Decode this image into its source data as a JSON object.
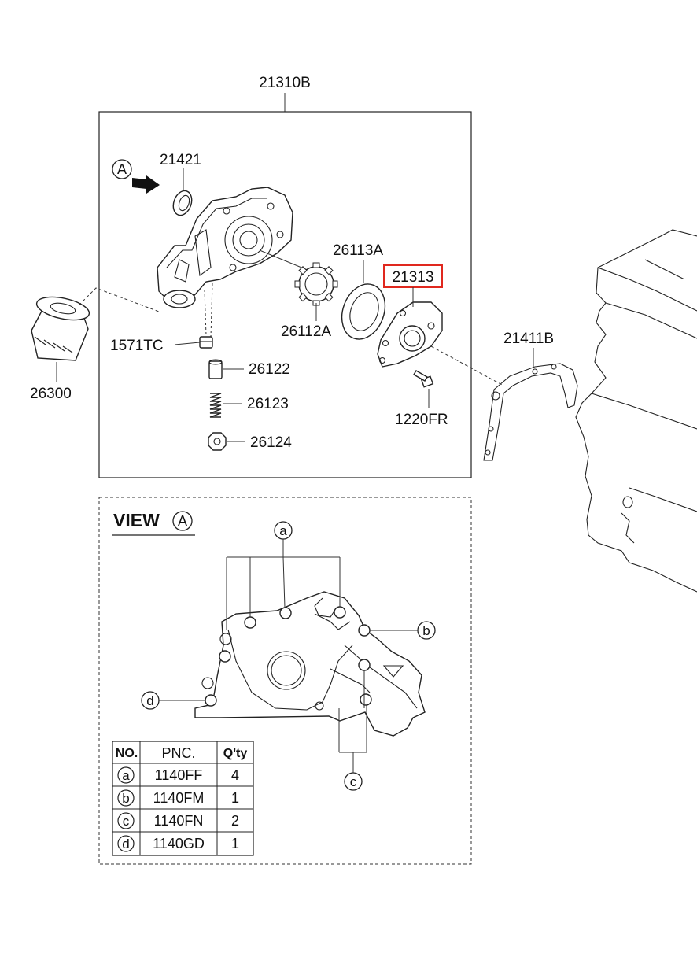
{
  "assembly": {
    "part_no": "21310B"
  },
  "parts": {
    "p21421": "21421",
    "p26113A": "26113A",
    "p21313": "21313",
    "p26112A": "26112A",
    "p1571TC": "1571TC",
    "p26122": "26122",
    "p26123": "26123",
    "p26124": "26124",
    "p26300": "26300",
    "p21411B": "21411B",
    "p1220FR": "1220FR"
  },
  "highlight": {
    "part": "21313",
    "color": "#e0281e"
  },
  "view_marker": "A",
  "view_section": {
    "title": "VIEW",
    "marker": "A"
  },
  "callouts": {
    "a": "a",
    "b": "b",
    "c": "c",
    "d": "d"
  },
  "bolt_table": {
    "headers": [
      "NO.",
      "PNC.",
      "Q'ty"
    ],
    "rows": [
      {
        "no": "a",
        "pnc": "1140FF",
        "qty": "4"
      },
      {
        "no": "b",
        "pnc": "1140FM",
        "qty": "1"
      },
      {
        "no": "c",
        "pnc": "1140FN",
        "qty": "2"
      },
      {
        "no": "d",
        "pnc": "1140GD",
        "qty": "1"
      }
    ]
  }
}
